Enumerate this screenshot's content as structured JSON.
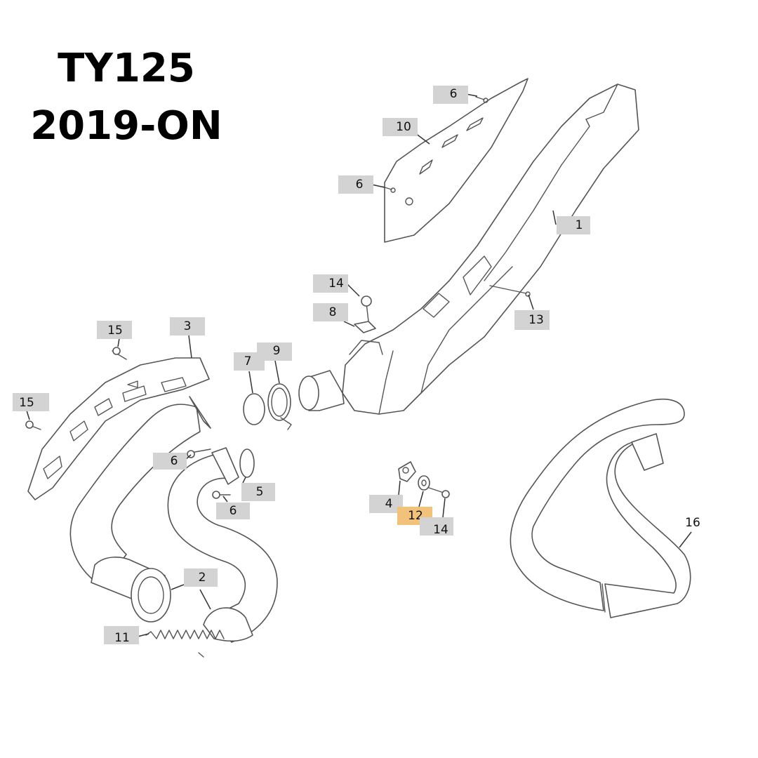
{
  "title": {
    "line1": "TY125",
    "line2": "2019-ON"
  },
  "callouts": [
    {
      "id": "c1",
      "label": "1",
      "highlight": false
    },
    {
      "id": "c2",
      "label": "2",
      "highlight": false
    },
    {
      "id": "c3",
      "label": "3",
      "highlight": false
    },
    {
      "id": "c4",
      "label": "4",
      "highlight": false
    },
    {
      "id": "c5",
      "label": "5",
      "highlight": false
    },
    {
      "id": "c6a",
      "label": "6",
      "highlight": false
    },
    {
      "id": "c6b",
      "label": "6",
      "highlight": false
    },
    {
      "id": "c6c",
      "label": "6",
      "highlight": false
    },
    {
      "id": "c6d",
      "label": "6",
      "highlight": false
    },
    {
      "id": "c7",
      "label": "7",
      "highlight": false
    },
    {
      "id": "c8",
      "label": "8",
      "highlight": false
    },
    {
      "id": "c9",
      "label": "9",
      "highlight": false
    },
    {
      "id": "c10",
      "label": "10",
      "highlight": false
    },
    {
      "id": "c11",
      "label": "11",
      "highlight": false
    },
    {
      "id": "c12",
      "label": "12",
      "highlight": true
    },
    {
      "id": "c13",
      "label": "13",
      "highlight": false
    },
    {
      "id": "c14a",
      "label": "14",
      "highlight": false
    },
    {
      "id": "c14b",
      "label": "14",
      "highlight": false
    },
    {
      "id": "c15a",
      "label": "15",
      "highlight": false
    },
    {
      "id": "c15b",
      "label": "15",
      "highlight": false
    },
    {
      "id": "c16",
      "label": "16",
      "highlight": false
    }
  ],
  "colors": {
    "callout_bg": "#d3d3d3",
    "callout_highlight": "#f3c27a",
    "line": "#555555"
  }
}
